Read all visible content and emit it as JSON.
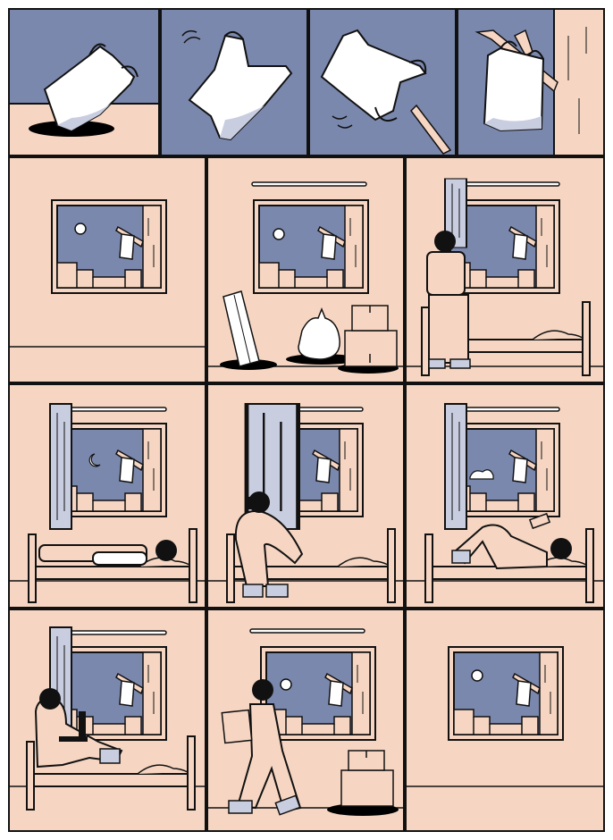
{
  "colors": {
    "ink": "#111111",
    "sky": "#7b88ad",
    "wall": "#f6d6c2",
    "bag": "#ffffff",
    "bag_shade": "#c9cde0",
    "curtain": "#c9cde0",
    "puddle": "#000000",
    "page": "#ffffff"
  },
  "comic": {
    "panel_count": 13,
    "top_row": [
      "bag-on-puddle",
      "bag-blowing",
      "bag-tumbling",
      "bag-caught-on-branch"
    ],
    "grid_rows": [
      [
        "empty-room-window",
        "moving-in-boxes",
        "person-looking-out-window"
      ],
      [
        "person-lying-in-bed",
        "person-on-phone-on-bed",
        "person-reading-on-bed"
      ],
      [
        "person-with-laptop-on-bed",
        "person-moving-out-with-boxes",
        "empty-room-window-final"
      ]
    ]
  }
}
